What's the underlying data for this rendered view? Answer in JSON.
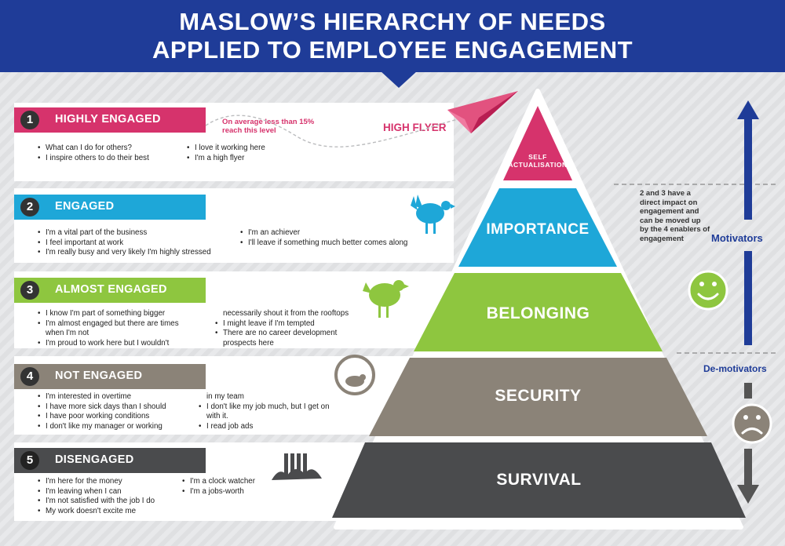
{
  "header": {
    "line1": "MASLOW’S HIERARCHY OF NEEDS",
    "line2": "APPLIED TO EMPLOYEE ENGAGEMENT"
  },
  "colors": {
    "header_blue": "#1f3c98",
    "pink": "#d6336c",
    "blue": "#1ea7d8",
    "green": "#8ec63f",
    "taupe": "#8b8378",
    "dark": "#4a4b4d"
  },
  "levels": [
    {
      "number": "1",
      "label": "HIGHLY ENGAGED",
      "col1": [
        "What can I do for others?",
        "I inspire others to do their best"
      ],
      "col2": [
        "I love it working here",
        "I'm a high flyer"
      ],
      "note": "On average less than 15% reach this level",
      "badge": "HIGH FLYER",
      "icon": "paper-plane-icon"
    },
    {
      "number": "2",
      "label": "ENGAGED",
      "col1": [
        "I'm a vital part of the business",
        "I feel important at work",
        "I'm really busy and very likely I'm highly stressed"
      ],
      "col2": [
        "I'm an achiever",
        "I'll leave if something much better comes along"
      ],
      "icon": "turkey-icon"
    },
    {
      "number": "3",
      "label": "ALMOST ENGAGED",
      "col1": [
        "I know I'm part of something bigger",
        "I'm almost engaged but there are times",
        "when I'm not",
        "I'm proud to work here but I wouldn't"
      ],
      "col2": [
        "necessarily shout it from the rooftops",
        "I might leave if I'm tempted",
        "There are no career development",
        "prospects here"
      ],
      "icon": "chicken-icon"
    },
    {
      "number": "4",
      "label": "NOT ENGAGED",
      "col1": [
        "I'm interested in overtime",
        "I have more sick days than I should",
        "I have poor working conditions",
        "I don't like my manager or working"
      ],
      "col2": [
        "in my team",
        "I don't like my job much, but I get on",
        "with it.",
        "I read job ads"
      ],
      "icon": "hamster-wheel-icon"
    },
    {
      "number": "5",
      "label": "DISENGAGED",
      "col1": [
        "I'm here for the money",
        "I'm leaving when I can",
        "I'm not satisfied with the job I do",
        "My work doesn't excite me"
      ],
      "col2": [
        "I'm a clock watcher",
        "I'm a jobs-worth"
      ],
      "icon": "ostrich-icon"
    }
  ],
  "pyramid": {
    "top": "SELF ACTUALISATION",
    "l2": "IMPORTANCE",
    "l3": "BELONGING",
    "l4": "SECURITY",
    "l5": "SURVIVAL"
  },
  "side": {
    "note": "2 and 3 have a direct impact on engagement and can be moved up by the 4 enablers of engagement",
    "motivators": "Motivators",
    "demotivators": "De-motivators"
  }
}
